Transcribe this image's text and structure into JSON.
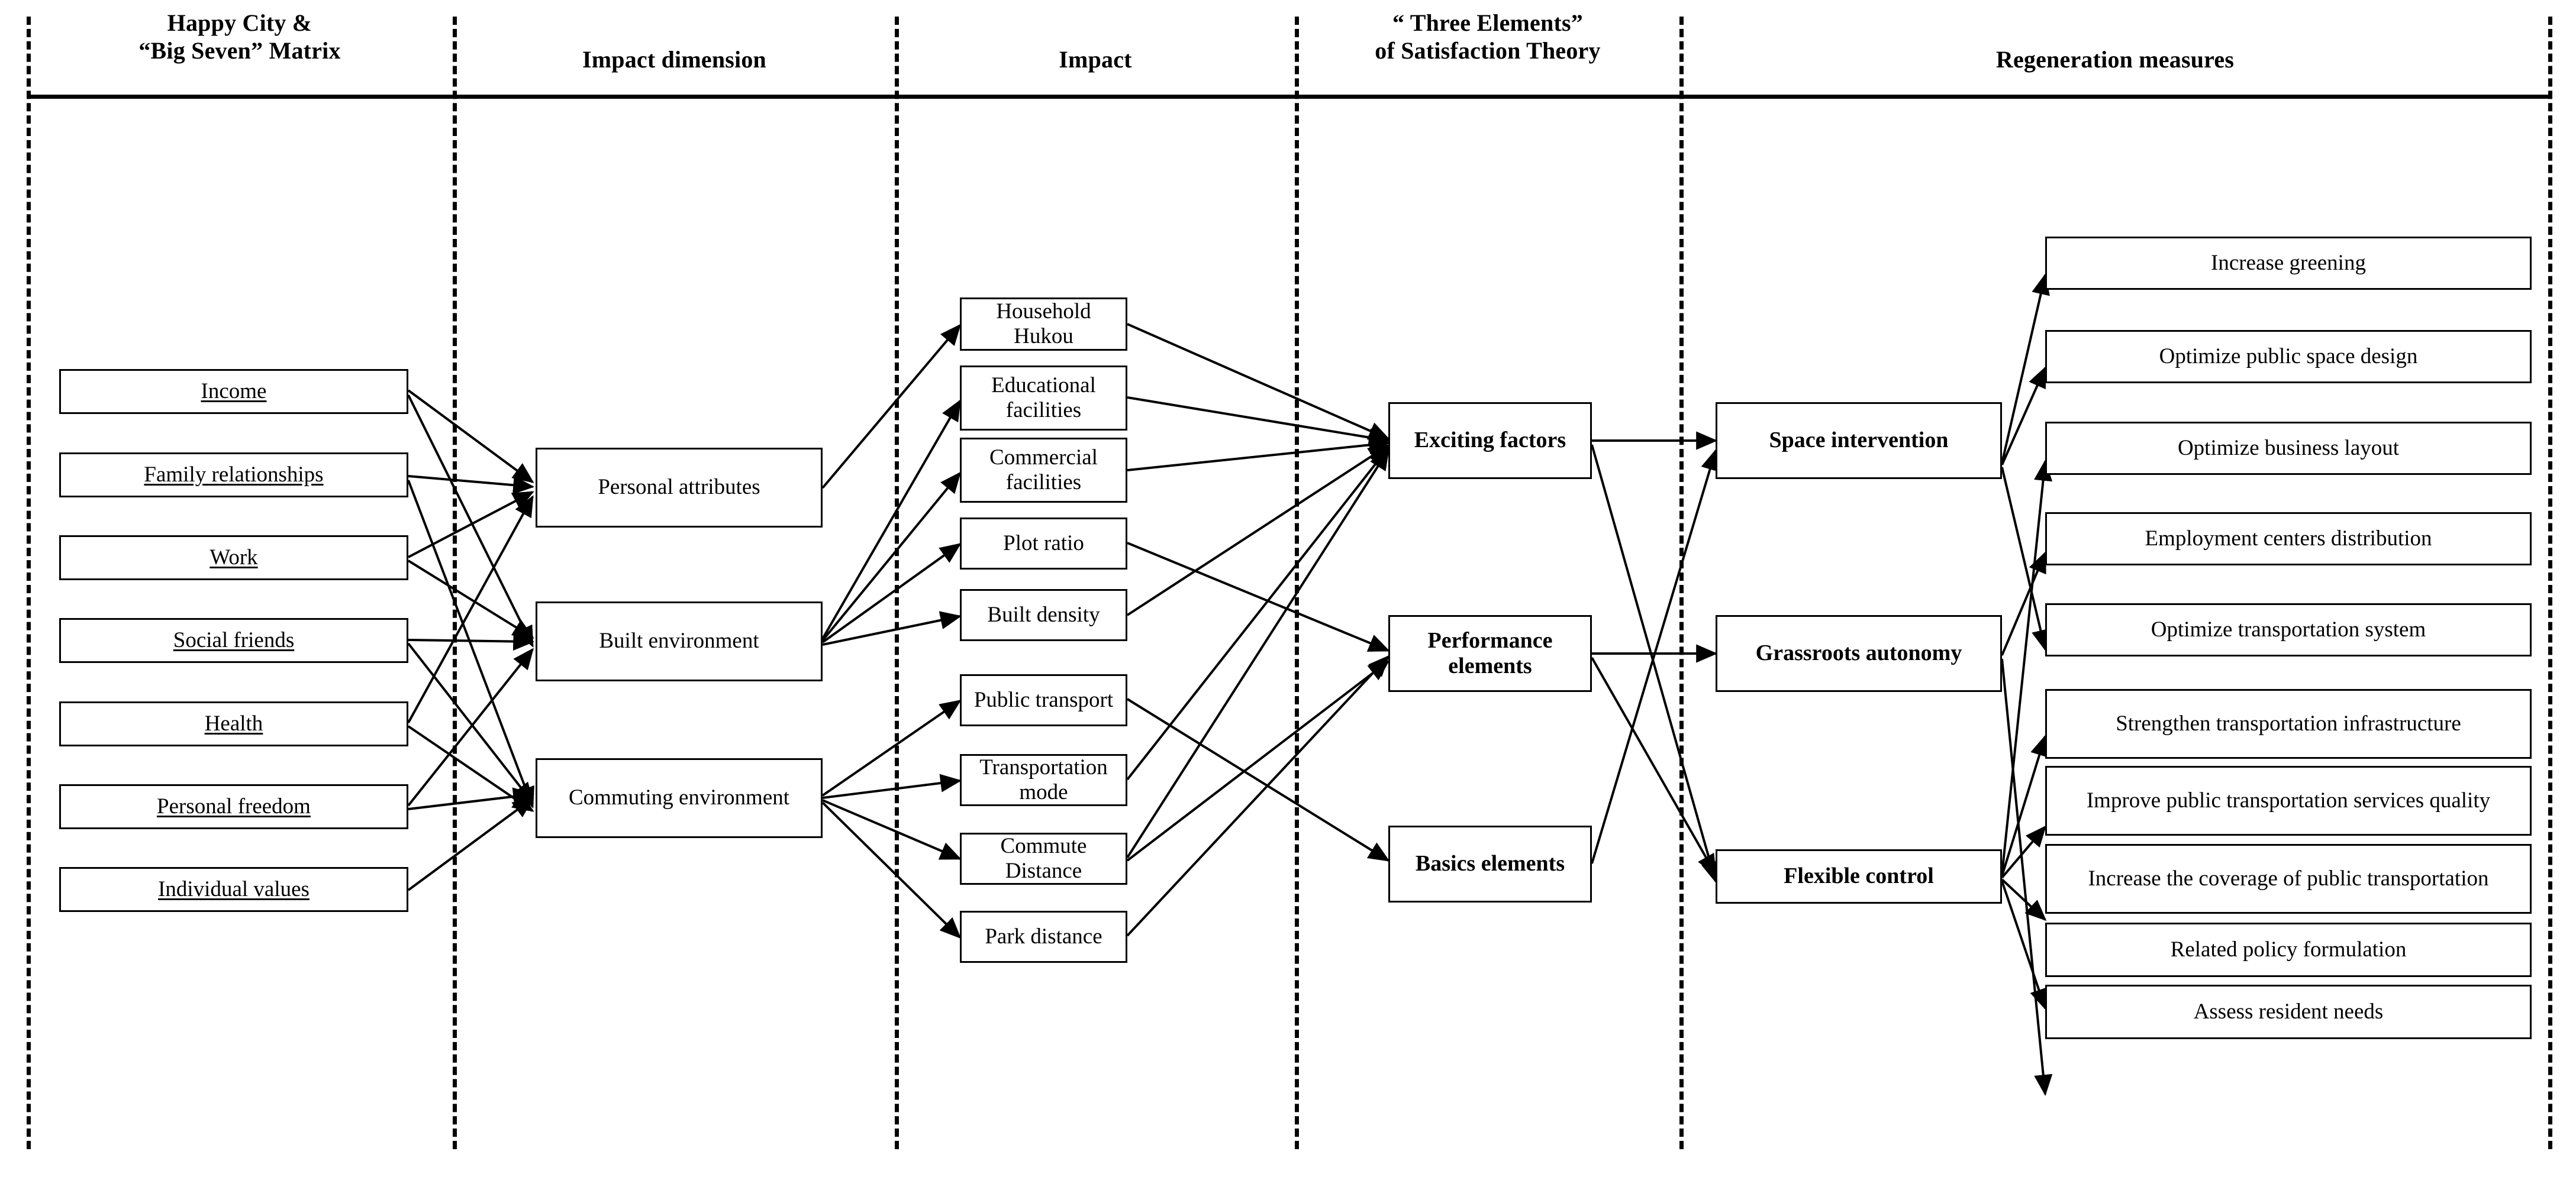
{
  "figure": {
    "columns": [
      {
        "id": "col-matrix",
        "title": "Happy City &\n“Big Seven” Matrix"
      },
      {
        "id": "col-dimension",
        "title": "Impact dimension"
      },
      {
        "id": "col-impact",
        "title": "Impact"
      },
      {
        "id": "col-three",
        "title": "“ Three Elements”\nof Satisfaction Theory"
      },
      {
        "id": "col-measures",
        "title": "Regeneration measures"
      }
    ],
    "header_titles": {
      "matrix_line1": "Happy City &",
      "matrix_line2": "“Big Seven” Matrix",
      "dimension": "Impact dimension",
      "impact": "Impact",
      "three_line1": "“ Three Elements”",
      "three_line2": "of Satisfaction Theory",
      "measures": "Regeneration measures"
    },
    "big_seven": [
      "Income",
      "Family relationships",
      "Work",
      "Social friends",
      "Health",
      "Personal freedom",
      "Individual values"
    ],
    "impact_dimensions": [
      "Personal attributes",
      "Built environment",
      "Commuting environment"
    ],
    "impacts": [
      "Household Hukou",
      "Educational facilities",
      "Commercial facilities",
      "Plot ratio",
      "Built density",
      "Public transport",
      "Transportation mode",
      "Commute Distance",
      "Park distance"
    ],
    "three_elements": [
      "Exciting factors",
      "Performance elements",
      "Basics elements"
    ],
    "interventions": [
      "Space intervention",
      "Grassroots autonomy",
      "Flexible control"
    ],
    "regeneration_measures": [
      "Increase greening",
      "Optimize public space design",
      "Optimize business layout",
      "Employment centers distribution",
      "Optimize transportation system",
      "Strengthen transportation infrastructure",
      "Improve public transportation services quality",
      "Increase the coverage of public transportation",
      "Related policy formulation",
      "Assess resident needs"
    ],
    "colors": {
      "line": "#000000",
      "box_border": "#000000",
      "background": "#ffffff"
    }
  }
}
